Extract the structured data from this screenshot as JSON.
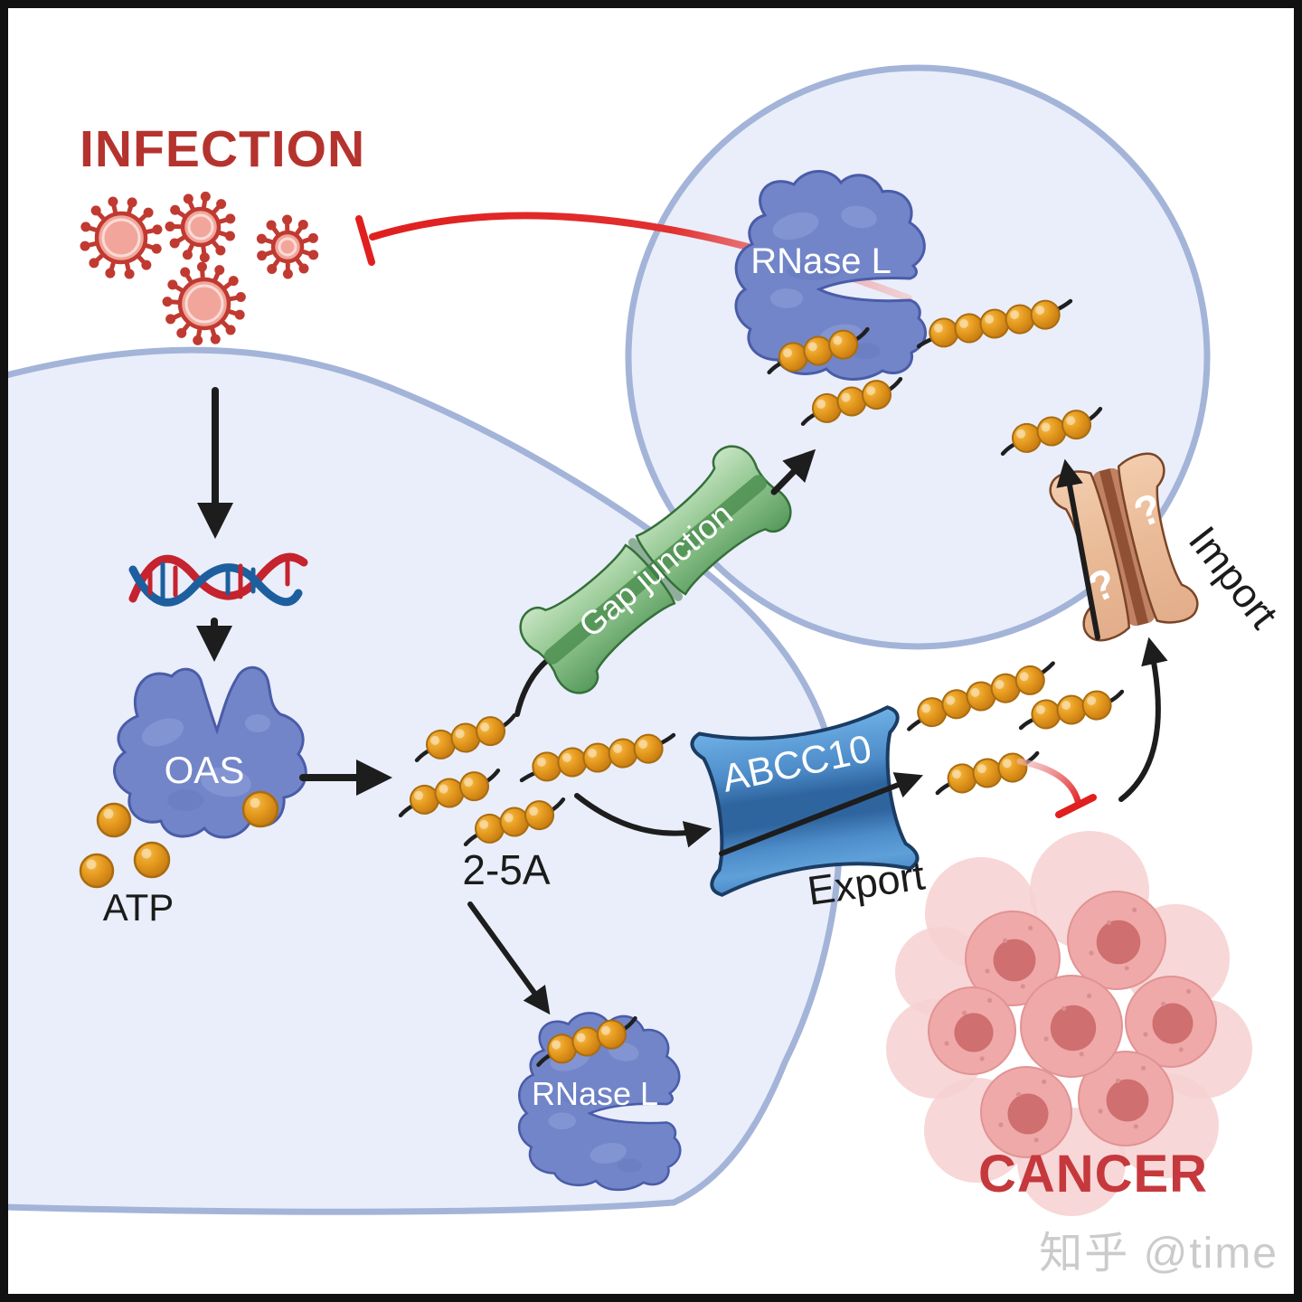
{
  "header": {
    "infection_title": "INFECTION"
  },
  "cell_left": {
    "oas_label": "OAS",
    "atp_label": "ATP",
    "two_five_a_label": "2-5A",
    "rnase_l_label": "RNase L"
  },
  "cell_right": {
    "rnase_l_label": "RNase L"
  },
  "channels": {
    "gap_junction_label": "Gap junction",
    "abcc10_label": "ABCC10",
    "export_label": "Export",
    "import_label": "Import",
    "import_question_left": "?",
    "import_question_right": "?"
  },
  "cancer": {
    "title": "CANCER"
  },
  "watermark": {
    "text": "知乎 @time"
  },
  "colors": {
    "infection_red": "#b5332e",
    "cancer_red": "#c5383c",
    "inhibition_red": "#e01f1f",
    "virus_outline_red": "#c03a31",
    "virus_body_pink": "#f2a69b",
    "protein_blue": "#7285c8",
    "bead_orange": "#e2931d",
    "gap_junction_green": "#8cc28b",
    "abcc10_blue": "#4d8cc9",
    "import_tan": "#eec09f",
    "cell_fill": "#e9eefa",
    "membrane_blue": "#a3b4d8",
    "dna_red": "#c5232e",
    "dna_blue": "#1d5f9e",
    "watermark_gray": "#cbcbcb"
  }
}
